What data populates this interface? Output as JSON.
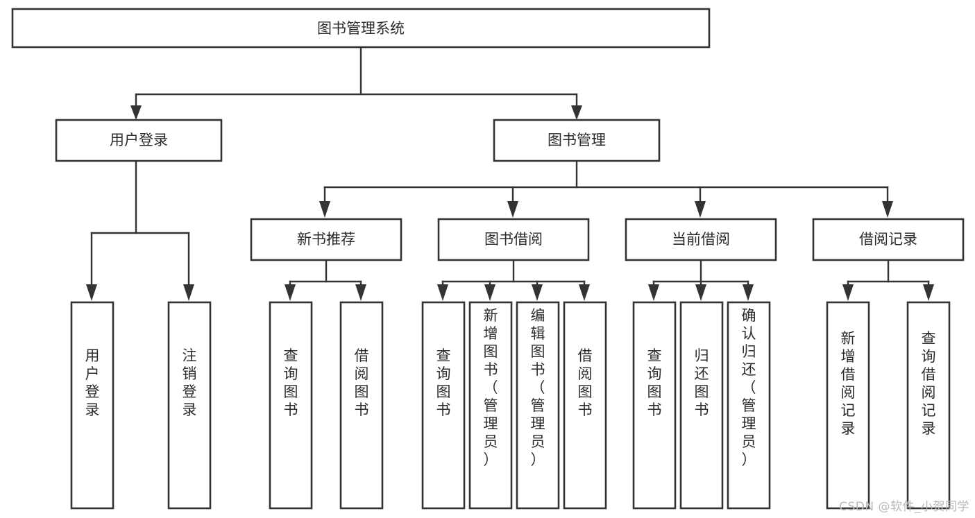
{
  "diagram": {
    "type": "tree",
    "title": "图书管理系统",
    "watermark": "CSDN @软件_小贺同学",
    "colors": {
      "stroke": "#333333",
      "fill": "#ffffff",
      "text": "#2b2b2b",
      "watermark": "#b9b9b9"
    },
    "root": {
      "label": "图书管理系统"
    },
    "level1": [
      {
        "label": "用户登录"
      },
      {
        "label": "图书管理"
      }
    ],
    "level2": [
      {
        "label": "新书推荐"
      },
      {
        "label": "图书借阅"
      },
      {
        "label": "当前借阅"
      },
      {
        "label": "借阅记录"
      }
    ],
    "leaves": {
      "user_login": [
        {
          "label": "用户登录"
        },
        {
          "label": "注销登录"
        }
      ],
      "new_book_recommend": [
        {
          "label": "查询图书"
        },
        {
          "label": "借阅图书"
        }
      ],
      "book_borrow": [
        {
          "label": "查询图书"
        },
        {
          "label": "新增图书（管理员）"
        },
        {
          "label": "编辑图书（管理员）"
        },
        {
          "label": "借阅图书"
        }
      ],
      "current_borrow": [
        {
          "label": "查询图书"
        },
        {
          "label": "归还图书"
        },
        {
          "label": "确认归还（管理员）"
        }
      ],
      "borrow_record": [
        {
          "label": "新增借阅记录"
        },
        {
          "label": "查询借阅记录"
        }
      ]
    }
  }
}
